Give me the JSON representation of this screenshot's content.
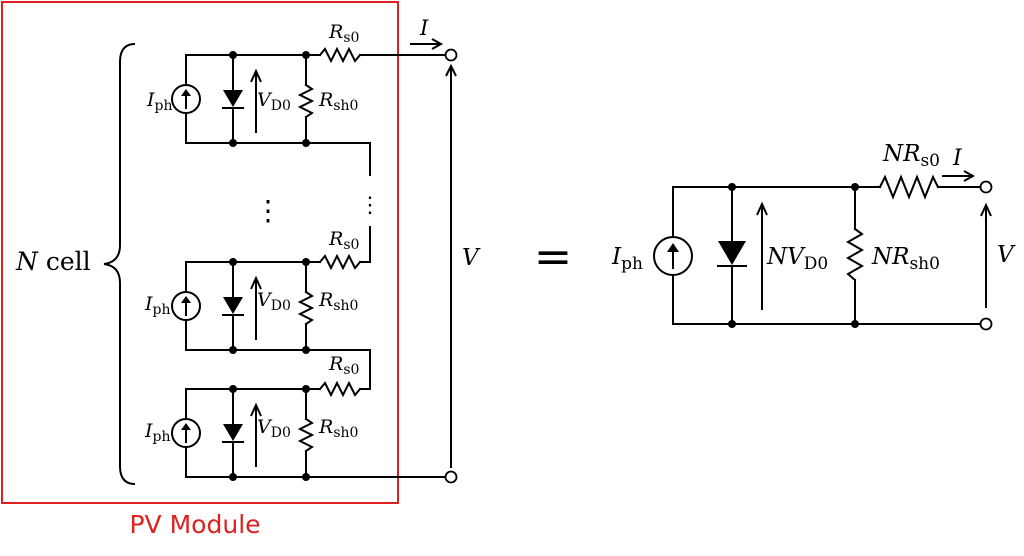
{
  "module_label": "PV Module",
  "n_cell": {
    "var": "N",
    "word": " cell"
  },
  "equals": "=",
  "cell": {
    "current_source": {
      "main": "I",
      "sub": "ph"
    },
    "diode_voltage": {
      "main": "V",
      "sub": "D0"
    },
    "series_resistor": {
      "main": "R",
      "sub": "s0"
    },
    "shunt_resistor": {
      "main": "R",
      "sub": "sh0"
    }
  },
  "module_current": "I",
  "module_voltage": "V",
  "ellipsis": "⋮",
  "equivalent": {
    "current_source": {
      "main": "I",
      "sub": "ph"
    },
    "diode_voltage": {
      "pre": "N",
      "main": "V",
      "sub": "D0"
    },
    "series_resistor": {
      "pre": "N",
      "main": "R",
      "sub": "s0"
    },
    "shunt_resistor": {
      "pre": "N",
      "main": "R",
      "sub": "sh0"
    },
    "current": "I",
    "voltage": "V"
  },
  "colors": {
    "module_border": "#e02020",
    "wire": "#000000"
  }
}
